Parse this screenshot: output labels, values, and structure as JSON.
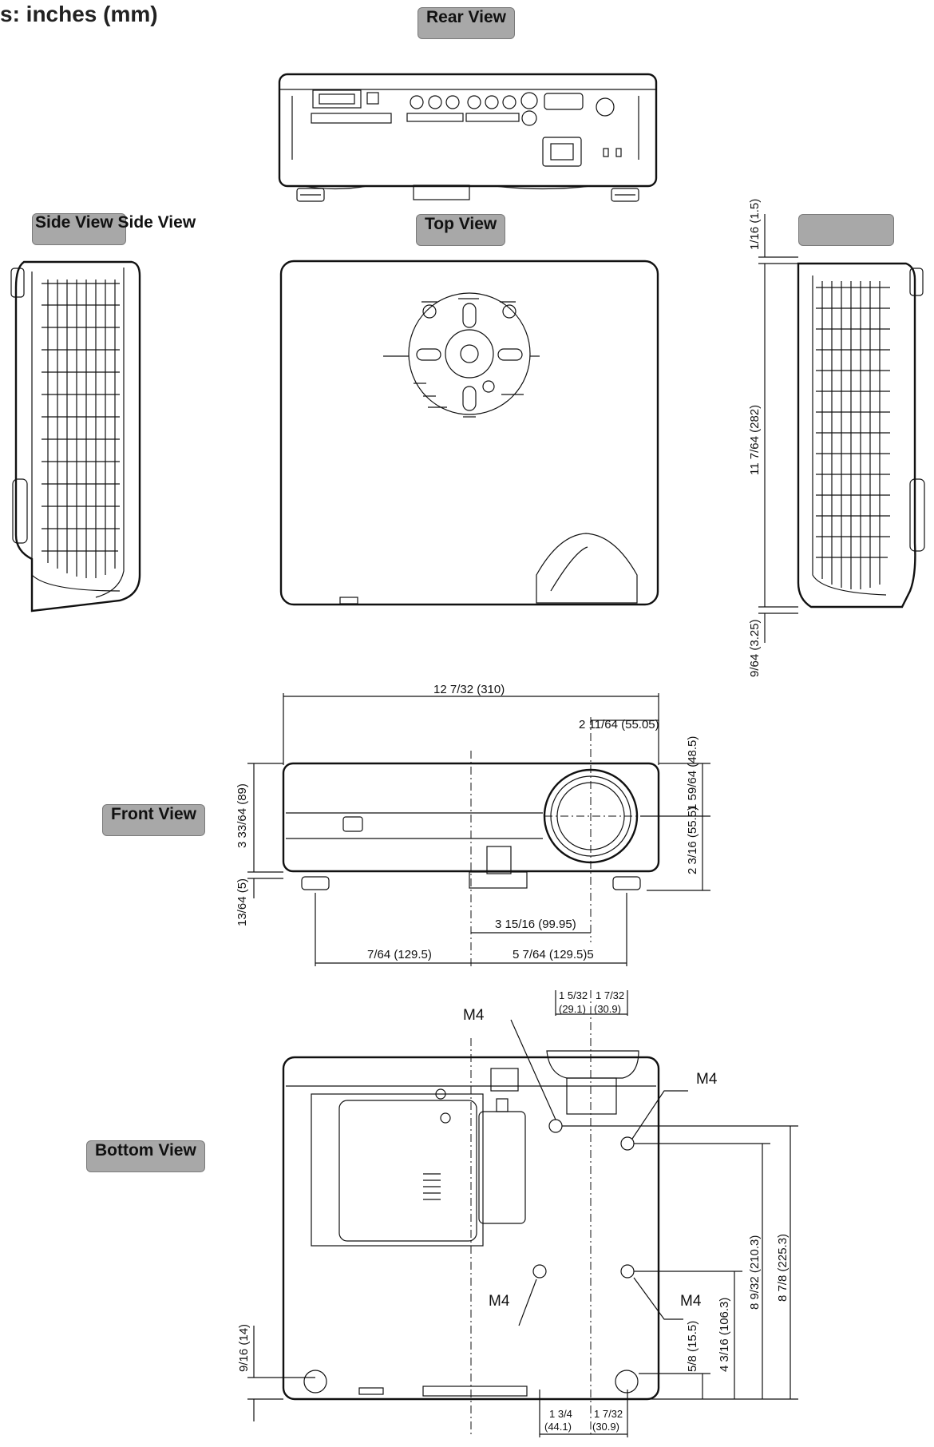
{
  "header": {
    "units": "s: inches (mm)"
  },
  "view_labels": {
    "rear": "Rear View",
    "side_left": "Side View Side View",
    "top": "Top View",
    "side_right": "",
    "front": "Front View",
    "bottom": "Bottom View"
  },
  "dimensions": {
    "side_top_gap": "1/16 (1.5)",
    "side_height": "11 7/64 (282)",
    "side_bottom_gap": "9/64 (3.25)",
    "front_width": "12 7/32 (310)",
    "front_lens_offset": "2 11/64 (55.05)",
    "front_height": "3 33/64 (89)",
    "front_lens_upper": "1 59/64 (48.5)",
    "front_lens_lower": "2 3/16 (55.5)",
    "front_foot": "13/64 (5)",
    "front_center_to_lens": "3 15/16 (99.95)",
    "front_left_half": "7/64 (129.5)",
    "front_right_half": "5 7/64 (129.5)5",
    "bottom_top_left": "1 5/32",
    "bottom_top_left_mm": "(29.1)",
    "bottom_top_right": "1 7/32",
    "bottom_top_right_mm": "(30.9)",
    "bottom_height_inner": "8 9/32 (210.3)",
    "bottom_height_outer": "8 7/8 (225.3)",
    "bottom_mid": "4 3/16 (106.3)",
    "bottom_low": "5/8 (15.5)",
    "bottom_left_edge": "9/16 (14)",
    "bottom_bot_left": "1 3/4",
    "bottom_bot_left_mm": "(44.1)",
    "bottom_bot_right": "1 7/32",
    "bottom_bot_right_mm": "(30.9)"
  },
  "mount_labels": [
    "M4",
    "M4",
    "M4",
    "M4"
  ]
}
